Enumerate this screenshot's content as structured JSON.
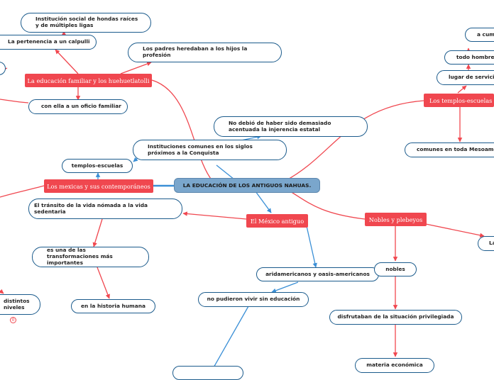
{
  "root": {
    "label": "LA EDUCACIÓN DE LOS ANTIGUOS NAHUAS."
  },
  "topics": {
    "familiar": "La educación familiar y los huehuetlatolli",
    "templos": "Los templos-escuelas",
    "mexicas": "Los mexicas y sus contemporáneos",
    "mexico_antiguo": "El México antiguo",
    "nobles": "Nobles y plebeyos"
  },
  "nodes": {
    "institucion": "Institución social de hondas raíces y de múltiples  ligas",
    "pertenencia": "La pertenencia a un calpulli",
    "padres": "Los padres heredaban a los hijos la profesión",
    "oficio": "con ella a un oficio familiar",
    "no_debio": "No debió de haber sido demasiado acentuada la injerencia estatal",
    "instituciones": "Instituciones comunes en los siglos próximos a la Conquista",
    "templos_escuelas": "templos-escuelas",
    "transito": "El tránsito de la vida nómada a la vida sedentaria",
    "transformaciones": "es una de las transformaciones más importantes",
    "historia": "en la historia humana",
    "distintos": "distintos niveles",
    "aridamericanos": "aridamericanos y oasis-americanos",
    "no_pudieron": "no pudieron vivir sin educación",
    "nobles": "nobles",
    "disfrutaban": "disfrutaban de la situación privilegiada",
    "materia": "materia económica",
    "cumple": "a cump",
    "todo_hombre": "todo hombre",
    "lugar": "lugar de servicio",
    "comunes": "comunes en toda Mesoamér",
    "la": "La"
  },
  "badge": "0",
  "colors": {
    "red_topic": "#f0474f",
    "root": "#7aa6cc",
    "node_border": "#1b5b8c",
    "red_link": "#f0474f",
    "blue_link": "#3a8fd6"
  }
}
